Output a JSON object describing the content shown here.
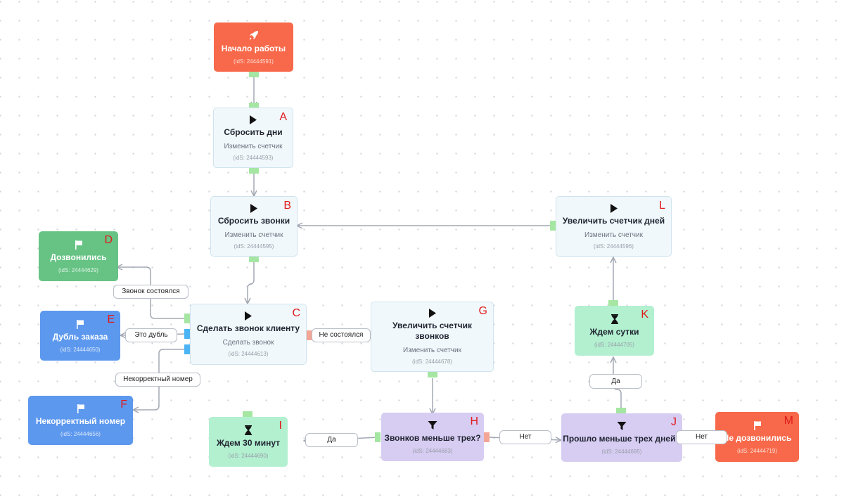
{
  "nodes": {
    "start": {
      "title": "Начало работы",
      "ids": "(idS: 24444591)",
      "icon": "rocket-icon"
    },
    "a": {
      "letter": "A",
      "title": "Сбросить дни",
      "subtitle": "Изменить счетчик",
      "ids": "(idS: 24444593)",
      "icon": "play-icon"
    },
    "b": {
      "letter": "B",
      "title": "Сбросить звонки",
      "subtitle": "Изменить счетчик",
      "ids": "(idS: 24444595)",
      "icon": "play-icon"
    },
    "c": {
      "letter": "C",
      "title": "Сделать звонок клиенту",
      "subtitle": "Сделать звонок",
      "ids": "(idS: 24444613)",
      "icon": "play-icon"
    },
    "d": {
      "letter": "D",
      "title": "Дозвонились",
      "ids": "(idS: 24444629)",
      "icon": "flag-icon"
    },
    "e": {
      "letter": "E",
      "title": "Дубль заказа",
      "ids": "(idS: 24444650)",
      "icon": "flag-icon"
    },
    "f": {
      "letter": "F",
      "title": "Некорректный номер",
      "ids": "(idS: 24444656)",
      "icon": "flag-icon"
    },
    "g": {
      "letter": "G",
      "title": "Увеличить счетчик звонков",
      "subtitle": "Изменить счетчик",
      "ids": "(idS: 24444678)",
      "icon": "play-icon"
    },
    "h": {
      "letter": "H",
      "title": "Звонков меньше трех?",
      "ids": "(idS: 24444683)",
      "icon": "filter-icon"
    },
    "i": {
      "letter": "I",
      "title": "Ждем 30 минут",
      "ids": "(idS: 24444690)",
      "icon": "hourglass-icon"
    },
    "j": {
      "letter": "J",
      "title": "Прошло меньше трех дней?",
      "ids": "(idS: 24444695)",
      "icon": "filter-icon"
    },
    "k": {
      "letter": "K",
      "title": "Ждем сутки",
      "ids": "(idS: 24444705)",
      "icon": "hourglass-icon"
    },
    "l": {
      "letter": "L",
      "title": "Увеличить счетчик дней",
      "subtitle": "Изменить счетчик",
      "ids": "(idS: 24444596)",
      "icon": "play-icon"
    },
    "m": {
      "letter": "M",
      "title": "Не дозвонились",
      "ids": "(idS: 24444719)",
      "icon": "flag-icon"
    }
  },
  "edge_labels": {
    "c_to_d": "Звонок состоялся",
    "c_to_e": "Это дубль",
    "c_to_f": "Некорректный номер",
    "c_to_g": "Не состоялся",
    "h_to_i": "Да",
    "h_to_j": "Нет",
    "j_to_k": "Да",
    "j_to_m": "Нет"
  },
  "colors": {
    "start": "#f7694a",
    "action": "#f1f8fb",
    "success_flag": "#66c384",
    "info_flag": "#5c98ee",
    "wait": "#b2f0d0",
    "condition": "#d7ccf2",
    "fail_flag": "#f7694a",
    "port_success": "#a6e6a3",
    "port_branch": "#4bb4f5",
    "port_fail": "#f3a596",
    "connector": "#a3a8b3",
    "letter": "#e01b1b"
  }
}
